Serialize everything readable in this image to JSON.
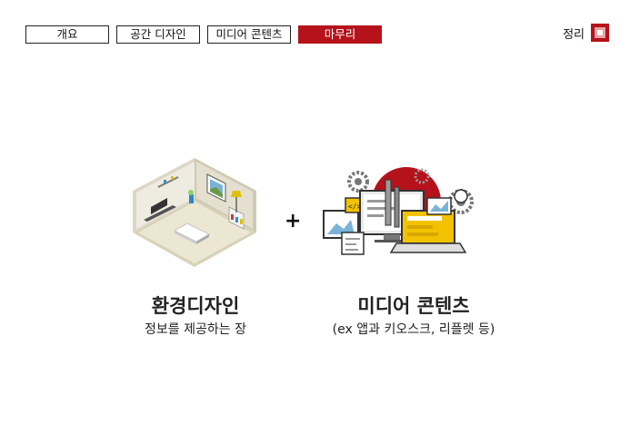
{
  "tabs": [
    {
      "label": "개요",
      "active": false
    },
    {
      "label": "공간 디자인",
      "active": false
    },
    {
      "label": "미디어 콘텐츠",
      "active": false
    },
    {
      "label": "마무리",
      "active": true
    }
  ],
  "summary": {
    "label": "정리",
    "icon": "summary-icon"
  },
  "accent_color": "#b5121b",
  "left": {
    "title": "환경디자인",
    "subtitle": "정보를 제공하는 장",
    "icon": "isometric-room-icon"
  },
  "operator": "+",
  "right": {
    "title": "미디어 콘텐츠",
    "subtitle": "(ex 앱과 키오스크, 리플렛 등)",
    "icon": "media-devices-icon"
  }
}
